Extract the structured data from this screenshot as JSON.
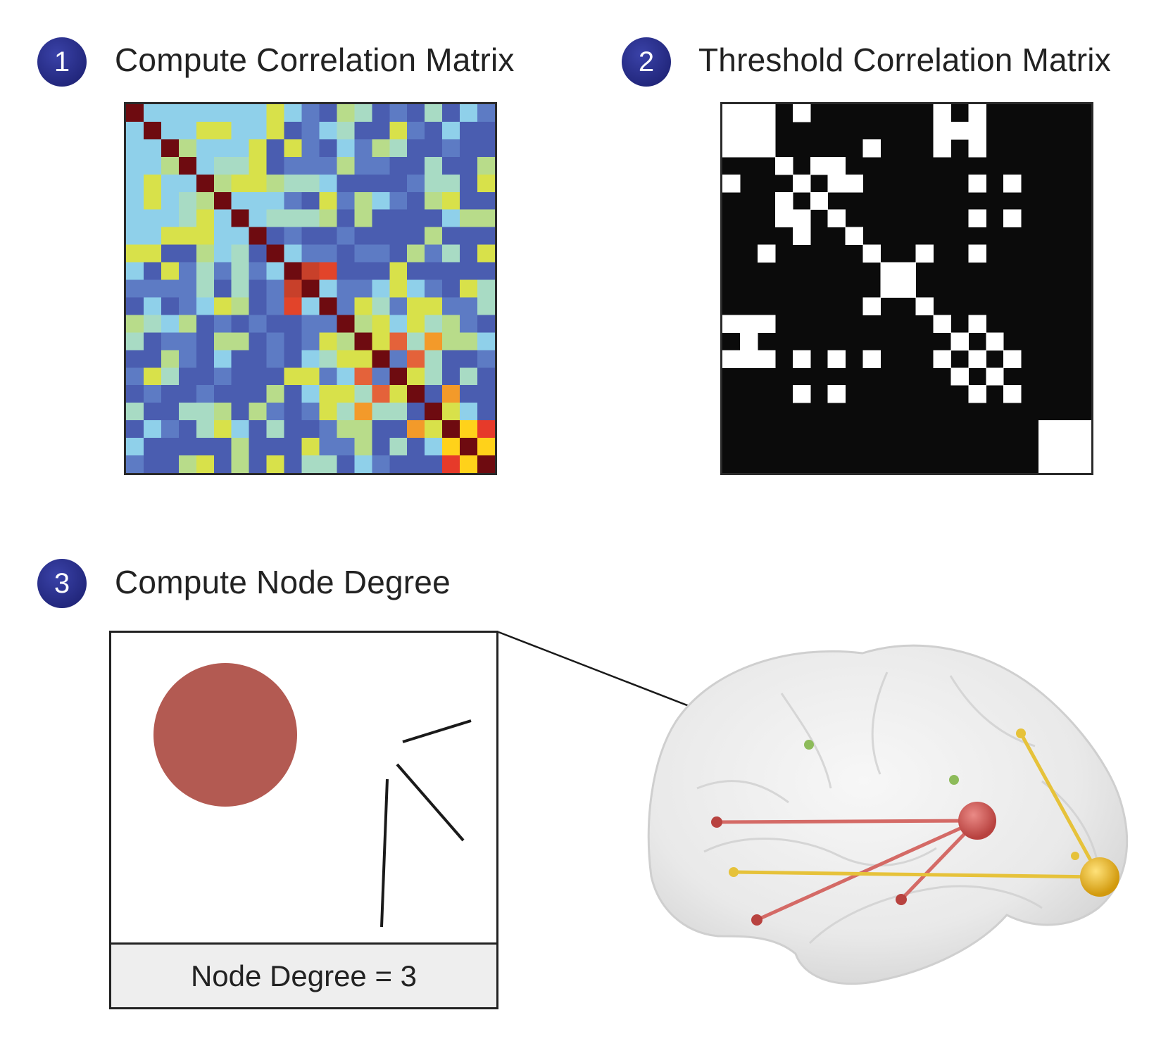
{
  "steps": [
    {
      "number": "1",
      "title": "Compute Correlation Matrix"
    },
    {
      "number": "2",
      "title": "Threshold Correlation Matrix"
    },
    {
      "number": "3",
      "title": "Compute Node Degree"
    }
  ],
  "node_degree_label": "Node Degree = 3",
  "node_degree": 3,
  "matrix_size": 21,
  "colors": {
    "badge": "#23287e",
    "matrix_background": "#4a5db0",
    "diagonal": "#6e0b10",
    "threshold_on": "#ffffff",
    "threshold_off": "#0b0b0b",
    "hub_node": "#b35a52",
    "degree_panel": "#eeeeee",
    "red_edges": "#d46a66",
    "yellow_edges": "#e6c23a",
    "green_nodes": "#8dbb5a"
  }
}
